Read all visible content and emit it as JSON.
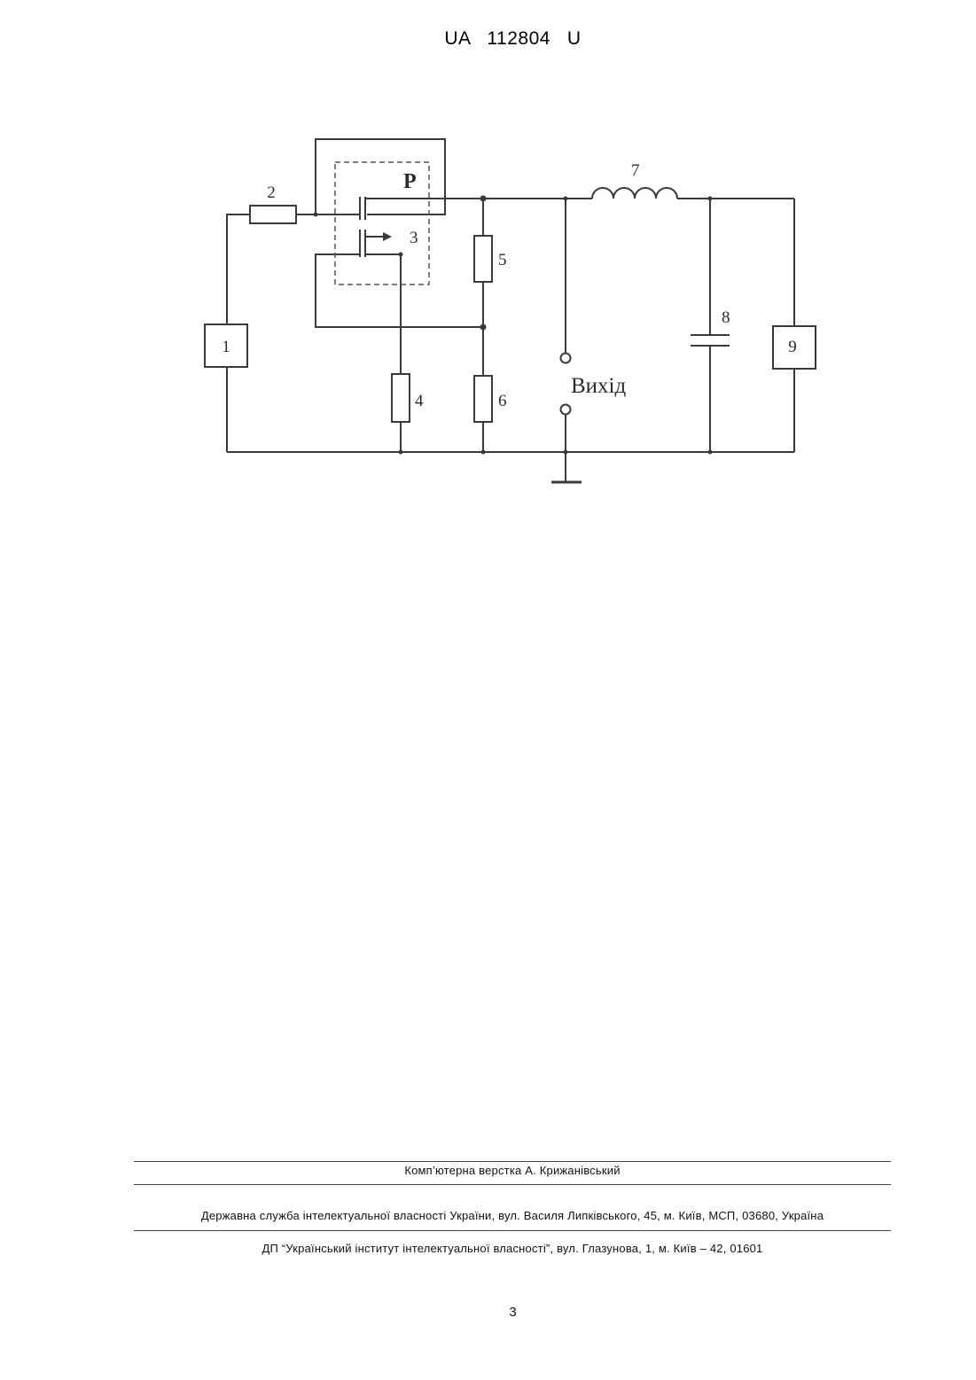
{
  "header": {
    "doc_number": "UA   112804   U"
  },
  "figure": {
    "labels": {
      "source": "1",
      "resistor_2": "2",
      "transistor": "3",
      "resistor_4": "4",
      "resistor_5": "5",
      "resistor_6": "6",
      "inductor": "7",
      "capacitor": "8",
      "load": "9",
      "switch_block": "P",
      "output": "Вихід"
    }
  },
  "footer": {
    "layout_credit": "Комп’ютерна верстка А. Крижанівський",
    "office_address": "Державна служба інтелектуальної власності України, вул. Василя Липківського, 45, м. Київ, МСП, 03680, Україна",
    "institute_address": "ДП “Український інститут інтелектуальної власності”, вул. Глазунова, 1, м. Київ – 42, 01601",
    "page_number": "3"
  }
}
